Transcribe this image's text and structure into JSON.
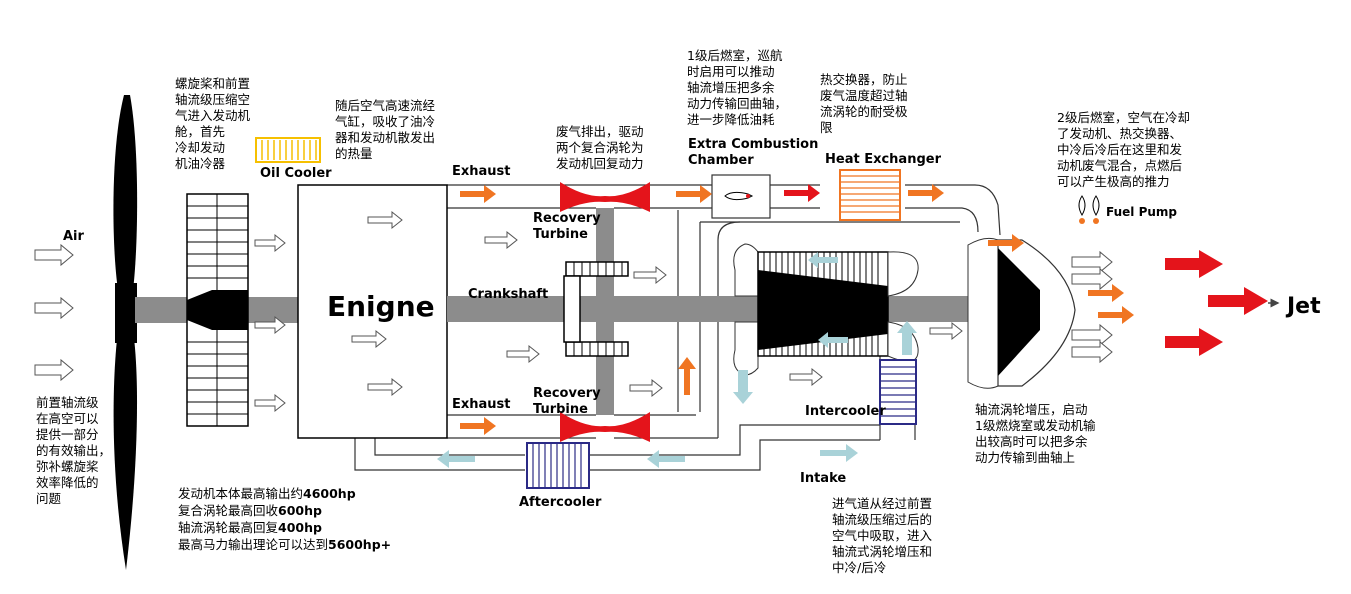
{
  "labels": {
    "air": "Air",
    "oil_cooler": "Oil Cooler",
    "engine": "Enigne",
    "exhaust": "Exhaust",
    "recovery_turbine": "Recovery\nTurbine",
    "crankshaft": "Crankshaft",
    "extra_combustion": "Extra Combustion\nChamber",
    "heat_exchanger": "Heat Exchanger",
    "fuel_pump": "Fuel Pump",
    "intercooler": "Intercooler",
    "intake": "Intake",
    "aftercooler": "Aftercooler",
    "jet": "Jet"
  },
  "notes": {
    "propeller": "螺旋桨和前置\n轴流级压缩空\n气进入发动机\n舱，首先\n冷却发动\n机油冷器",
    "cylinder": "随后空气高速流经\n气缸，吸收了油冷\n器和发动机散发出\n的热量",
    "exhaust_turbine": "废气排出，驱动\n两个复合涡轮为\n发动机回复动力",
    "afterburner1": "1级后燃室，巡航\n时启用可以推动\n轴流增压把多余\n动力传输回曲轴，\n进一步降低油耗",
    "heat_exchanger": "热交换器，防止\n废气温度超过轴\n流涡轮的耐受极\n限",
    "afterburner2": "2级后燃室，空气在冷却\n了发动机、热交换器、\n中冷后冷后在这里和发\n动机废气混合，点燃后\n可以产生极高的推力",
    "front_axial": "前置轴流级\n在高空可以\n提供一部分\n的有效输出，\n弥补螺旋桨\n效率降低的\n问题",
    "axial_turbine": "轴流涡轮增压，启动\n1级燃烧室或发动机输\n出较高时可以把多余\n动力传输到曲轴上",
    "intake": "进气道从经过前置\n轴流级压缩过后的\n空气中吸取，进入\n轴流式涡轮增压和\n中冷/后冷"
  },
  "output": {
    "lines": [
      {
        "text": "发动机本体最高输出约",
        "value": "4600hp"
      },
      {
        "text": "复合涡轮最高回收",
        "value": "600hp"
      },
      {
        "text": "轴流涡轮最高回复",
        "value": "400hp"
      },
      {
        "text": "最高马力输出理论可以达到",
        "value": "5600hp+"
      }
    ]
  },
  "colors": {
    "orange": "#f07522",
    "red": "#e4141b",
    "lightblue": "#a9d2d8",
    "gray": "#8c8c8c",
    "navy": "#2b2a86",
    "yellow": "#f6c000"
  }
}
